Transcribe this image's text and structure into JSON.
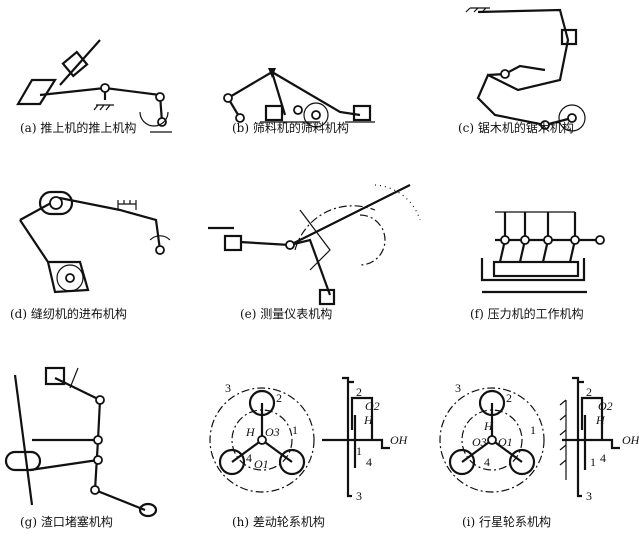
{
  "captions": [
    "(a) 推上机的推上机构",
    "(b) 筛料机的筛料机构",
    "(c) 锯木机的锯木机构",
    "(d) 缝纫机的进布机构",
    "(e) 测量仪表机构",
    "(f) 压力机的工作机构",
    "(g) 渣口堵塞机构",
    "(h) 差动轮系机构",
    "(i) 行星轮系机构"
  ],
  "h_labels": {
    "n3": "3",
    "n2": "2",
    "H": "H",
    "O3": "O3",
    "n1": "1",
    "n4": "4",
    "O1": "O1",
    "s2": "2",
    "O2": "O2",
    "sH": "H",
    "s1": "1",
    "OH": "OH",
    "s4": "4",
    "s3": "3"
  },
  "i_labels": {
    "n3": "3",
    "n2": "2",
    "H": "H",
    "O3": "O3",
    "O1": "O1",
    "n1": "1",
    "n4": "4",
    "s2": "2",
    "O2": "O2",
    "sH": "H",
    "OH": "OH",
    "s1": "1",
    "s4": "4",
    "s3": "3"
  }
}
